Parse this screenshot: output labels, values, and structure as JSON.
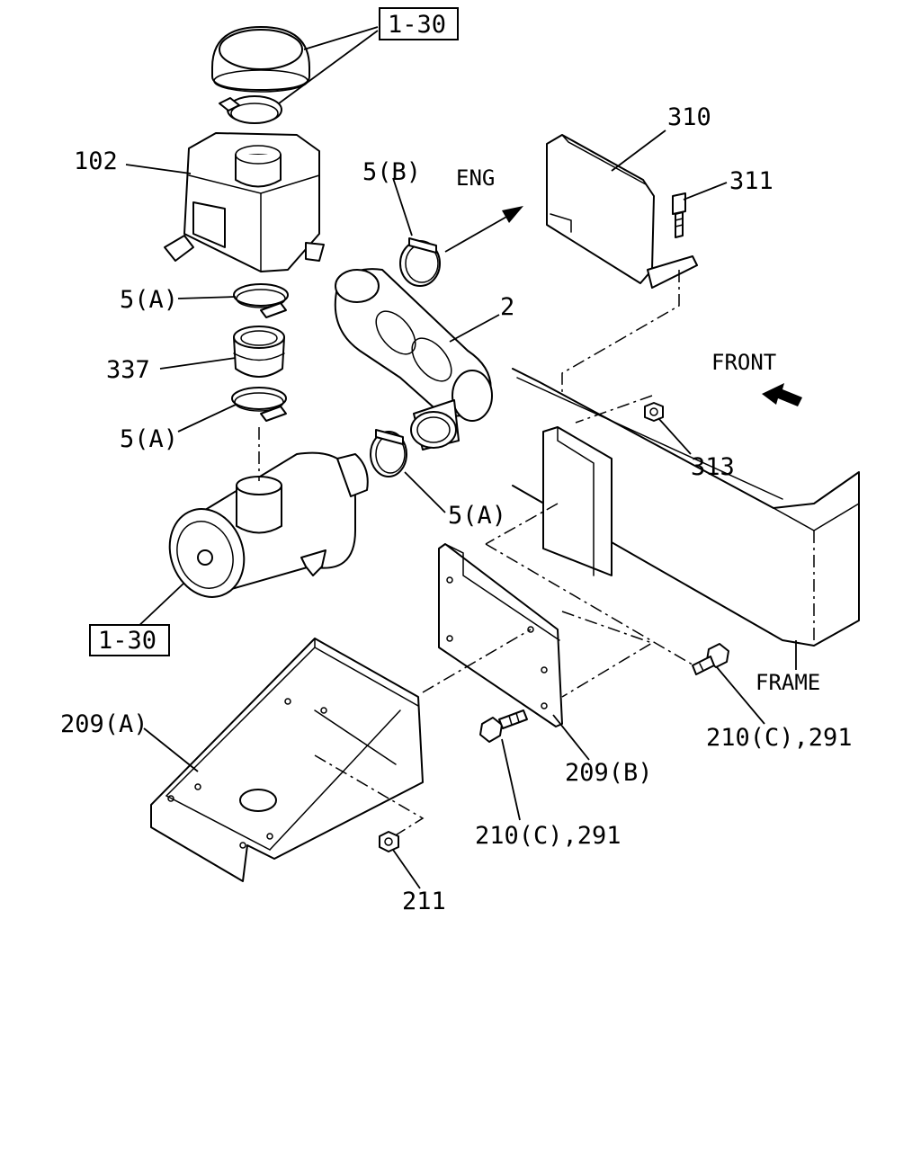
{
  "labels": {
    "ref_1_30_top": "1-30",
    "ref_1_30_bottom": "1-30",
    "part_102": "102",
    "part_5a_upper": "5(A)",
    "part_337": "337",
    "part_5a_lower": "5(A)",
    "part_5b": "5(B)",
    "part_2": "2",
    "part_5a_right": "5(A)",
    "eng": "ENG",
    "part_310": "310",
    "part_311": "311",
    "front": "FRONT",
    "part_313": "313",
    "frame": "FRAME",
    "part_210c_right": "210(C),291",
    "part_209a": "209(A)",
    "part_209b": "209(B)",
    "part_210c_bottom": "210(C),291",
    "part_211": "211"
  },
  "colors": {
    "ink": "#000000",
    "paper": "#ffffff"
  }
}
